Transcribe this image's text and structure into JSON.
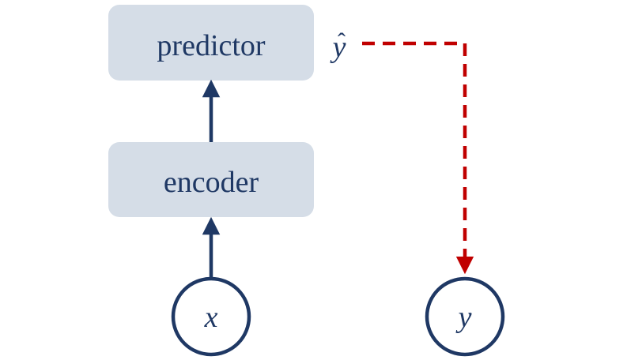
{
  "diagram": {
    "nodes": {
      "predictor": {
        "label": "predictor"
      },
      "encoder": {
        "label": "encoder"
      },
      "input": {
        "label": "x"
      },
      "target": {
        "label": "y"
      },
      "prediction": {
        "label": "y",
        "accent": "ˆ"
      }
    },
    "edges": [
      {
        "from": "input",
        "to": "encoder",
        "style": "solid"
      },
      {
        "from": "encoder",
        "to": "predictor",
        "style": "solid"
      },
      {
        "from": "prediction",
        "to": "target",
        "style": "dashed"
      }
    ],
    "colors": {
      "box_fill": "#d5dde7",
      "ink": "#1f3864",
      "loss_arrow": "#c00000"
    }
  }
}
